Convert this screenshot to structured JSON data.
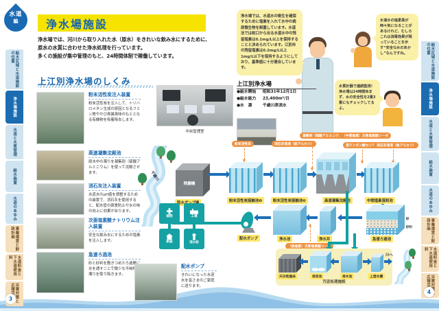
{
  "logo": {
    "top": "水道",
    "bottom": "編"
  },
  "sidebar": {
    "items": [
      {
        "label": "給水区域と水道施設の位置"
      },
      {
        "label": "浄水場施設",
        "active": true
      },
      {
        "label": "水道と水質管理"
      },
      {
        "label": "給水装置"
      },
      {
        "label": "水道のあゆみ"
      },
      {
        "label": "事業運営と財政計画"
      },
      {
        "label": "水道料金と下水道使用料"
      },
      {
        "label": "災害対策と広報活動"
      }
    ]
  },
  "left_page": {
    "page_number": "3",
    "title": "浄水場施設",
    "intro_line1": "浄水場では、河川から取り入れた水（原水）をきれいな飲み水にするために、原水の水質に合わせた浄水処理を行っています。",
    "intro_line2": "多くの施設が集中管理のもと、24時間体制で稼働しています。",
    "section_title": "上江別浄水場のしくみ",
    "control_room_caption": "中央管理室",
    "facilities": [
      {
        "name": "粉末活性炭注入装置",
        "desc": "粉末活性炭を注入して、トリハロメタン生成の原因となるフミン質やかび臭異臭味のもととなる有機物を吸着除去します。"
      },
      {
        "name": "高速凝集沈殿池",
        "desc": "原水中の濁りを凝集剤（硫酸アルミニウム）を使って沈殿させます。"
      },
      {
        "name": "消石灰注入装置",
        "desc": "水道水のpH値を調整するための装置で、消石灰を使用すると、配水管の腐食防止や水の味の向上に効果があります。"
      },
      {
        "name": "次亜塩素酸ナトリウム注入装置",
        "desc": "安全な飲み水にするための塩素を注入します。"
      },
      {
        "name": "急速ろ過池",
        "desc": "砂と砂利を敷きつめたろ過層に水を通すことで微少な不純物や濁りを取り除きます。"
      },
      {
        "name": "配水ポンプ",
        "desc": "きれいになった水道水を皆さまのご家庭に送ります。"
      }
    ]
  },
  "right_page": {
    "page_number": "4",
    "bubble_worker_main": "浄水場では、水道水の衛生を確保するために塩素を入れて水中の病原微生物を殺菌しています。水道法では蛇口から出る水道水中の残留塩素は0.1mg/L以上を保持することと決められています。江別市の残留塩素は0.2mg/L以上1mg/L以下を保持するようにしており、基準値に十分適合しています。",
    "bubble_woman": "水道水の塩素臭が時々気になることがあるけれど、むしろこれは消毒効果が残っていることを示す“安全な水のあかし”なんですね。",
    "bubble_monitor": "水質計器で連続監視！浄水場は24時間休まず、水の安全性を2重3重にもチェックしてるよ。",
    "plant_info": {
      "title": "上江別浄水場",
      "rows": [
        {
          "label": "●給水開始",
          "value": "昭和31年12月1日"
        },
        {
          "label": "●給水能力",
          "value": "23,400m³/日"
        },
        {
          "label": "●水　源",
          "value": "千歳川表流水"
        }
      ]
    }
  },
  "diagram": {
    "river_source": "千歳川",
    "screen": "除塵機",
    "intake": "取水ポンプ場",
    "carbon_basin_1": "粉末活性炭接触池❶",
    "carbon_basin_2": "粉末活性炭接触池❷",
    "sedimentation": "高速凝集沈殿池",
    "chlorine_mixing": "中間塩素混和池",
    "rapid_filter": "急速ろ過池",
    "sand": "砂",
    "gravel": "砂利",
    "clean_water_well": "浄水井",
    "clean_water_basin": "浄水池",
    "pump": "配水ポンプ",
    "buildings": [
      {
        "label": "病院"
      },
      {
        "label": "工場"
      },
      {
        "label": "家庭"
      },
      {
        "label": "消火栓"
      }
    ],
    "sludge_title": "汚泥処理施設",
    "sludge_units": [
      {
        "label": "天日乾燥床"
      },
      {
        "label": "排泥池"
      },
      {
        "label": "排水池"
      },
      {
        "label": "上澄水槽"
      }
    ],
    "to_river": "川へ",
    "chemicals": {
      "carbon": "粉末活性炭",
      "lime_pre": "消石灰溶液（前アルカリ）",
      "coagulant": "凝集剤（硫酸アルミニウム）",
      "mid_chlorine": "（中間塩素）次亜塩素酸ソーダ",
      "permanganate": "過マンガン酸カリウム",
      "lime_post": "消石灰溶液（後アルカリ）",
      "post_chlorine": "（後塩素）次亜塩素酸ソーダ"
    }
  },
  "colors": {
    "accent_blue": "#1b6cb0",
    "title_yellow": "#f6e400",
    "label_yellow": "#ffe76a",
    "chem_orange": "#ee9140",
    "teal": "#12a0a2",
    "arrow_blue": "#1c6fb8"
  }
}
